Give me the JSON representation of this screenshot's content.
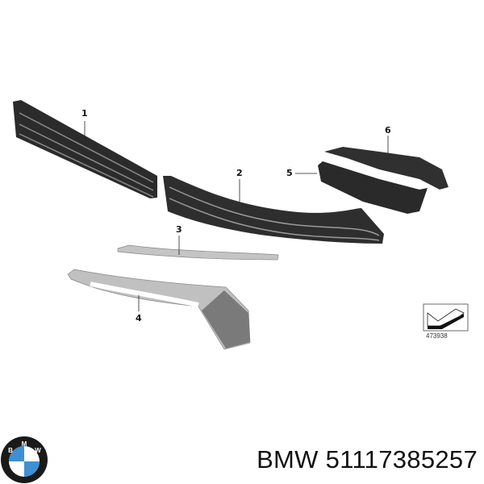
{
  "diagram": {
    "callouts": [
      "1",
      "2",
      "3",
      "4",
      "5",
      "6"
    ],
    "reference_number": "473938",
    "reference_icon": "view-direction-arrow-icon"
  },
  "footer": {
    "logo": "BMW",
    "title": "BMW 51117385257"
  },
  "colors": {
    "part_dark": "#2a2a2a",
    "trim_silver": "#b8b8b8",
    "logo_blue": "#3f8fd2"
  }
}
